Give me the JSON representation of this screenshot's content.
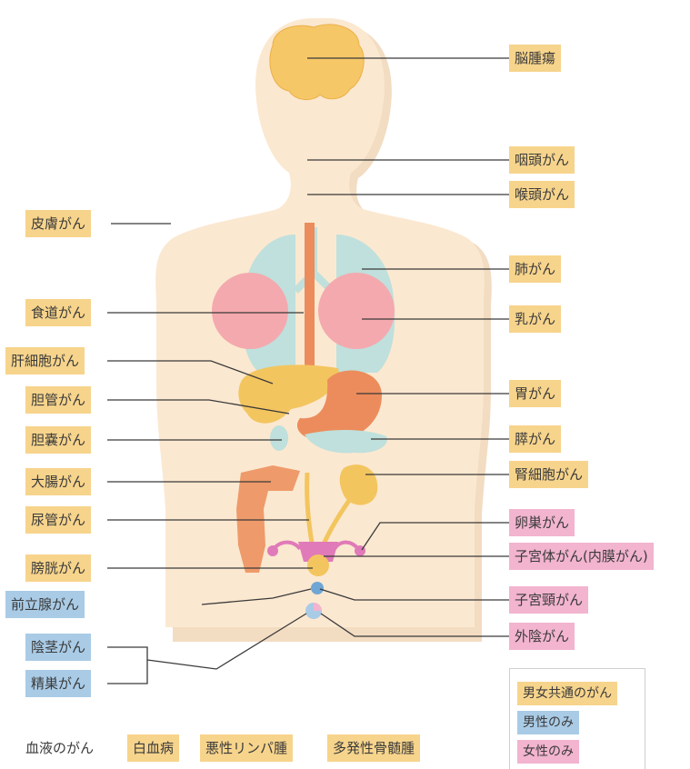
{
  "labels": {
    "brain": "脳腫瘍",
    "pharynx": "咽頭がん",
    "larynx": "喉頭がん",
    "skin": "皮膚がん",
    "lung": "肺がん",
    "breast": "乳がん",
    "esophagus": "食道がん",
    "liver": "肝細胞がん",
    "stomach": "胃がん",
    "bile_duct": "胆管がん",
    "gallbladder": "胆嚢がん",
    "pancreas": "膵がん",
    "colon": "大腸がん",
    "kidney": "腎細胞がん",
    "ureter": "尿管がん",
    "ovary": "卵巣がん",
    "bladder": "膀胱がん",
    "uterine_body": "子宮体がん(内膜がん)",
    "prostate": "前立腺がん",
    "cervix": "子宮頸がん",
    "vulva": "外陰がん",
    "penis": "陰茎がん",
    "testis": "精巣がん"
  },
  "blood": {
    "title": "血液のがん",
    "items": [
      "白血病",
      "悪性リンパ腫",
      "多発性骨髄腫"
    ]
  },
  "legend": {
    "common": "男女共通のがん",
    "male": "男性のみ",
    "female": "女性のみ"
  },
  "colors": {
    "common": "#f7d48c",
    "male": "#a9cbe6",
    "female": "#f2b4cf",
    "body": "#fbe8d0",
    "brain": "#f6c766",
    "lung": "#bfe0dc",
    "breast": "#f4a9ae",
    "esophagus": "#ec8c5c",
    "liver": "#f3c55f",
    "colon": "#ef9a6a",
    "reproductive_female": "#e07ab8"
  }
}
